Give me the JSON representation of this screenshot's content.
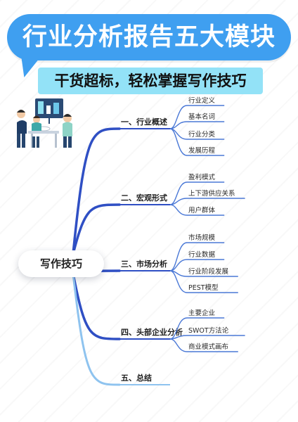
{
  "header": {
    "title": "行业分析报告五大模块",
    "subtitle": "干货超标，轻松掌握写作技巧"
  },
  "mindmap": {
    "root": "写作技巧",
    "branches": [
      {
        "label": "一、行业概述",
        "items": [
          "行业定义",
          "基本名词",
          "行业分类",
          "发展历程"
        ]
      },
      {
        "label": "二、宏观形式",
        "items": [
          "盈利模式",
          "上下游供应关系",
          "用户群体"
        ]
      },
      {
        "label": "三、市场分析",
        "items": [
          "市场规模",
          "行业数据",
          "行业阶段发展",
          "PEST模型"
        ]
      },
      {
        "label": "四、头部企业分析",
        "items": [
          "主要企业",
          "SWOT方法论",
          "商业模式画布"
        ]
      },
      {
        "label": "五、总结",
        "items": []
      }
    ]
  },
  "colors": {
    "title_bubble": "#3f9ff0",
    "subtitle_bar": "#93e2f7",
    "branch_line": "#2f4fc4",
    "branch_line_light": "#8ec3ef",
    "leaf_line": "#4a78d6"
  },
  "illustration": {
    "icon": "people-with-dashboard-icon"
  }
}
